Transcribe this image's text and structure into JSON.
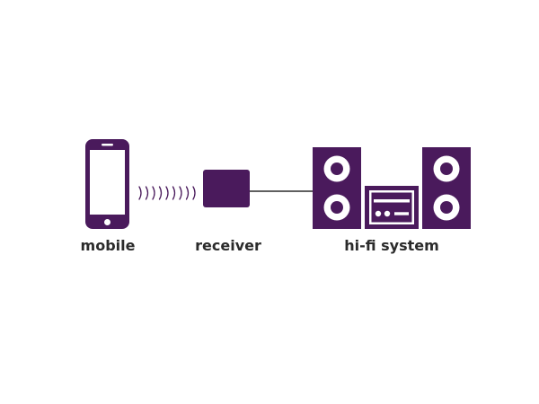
{
  "colors": {
    "accent": "#4a1a5c",
    "text": "#2b2b2b",
    "background": "#ffffff"
  },
  "nodes": {
    "mobile": {
      "label": "mobile",
      "icon": "smartphone-icon"
    },
    "receiver": {
      "label": "receiver",
      "icon": "receiver-box-icon"
    },
    "hifi": {
      "label": "hi-fi system",
      "icon": "stereo-system-icon"
    }
  },
  "links": [
    {
      "from": "mobile",
      "to": "receiver",
      "style": "wireless-waves"
    },
    {
      "from": "receiver",
      "to": "hifi",
      "style": "cable-line"
    }
  ]
}
